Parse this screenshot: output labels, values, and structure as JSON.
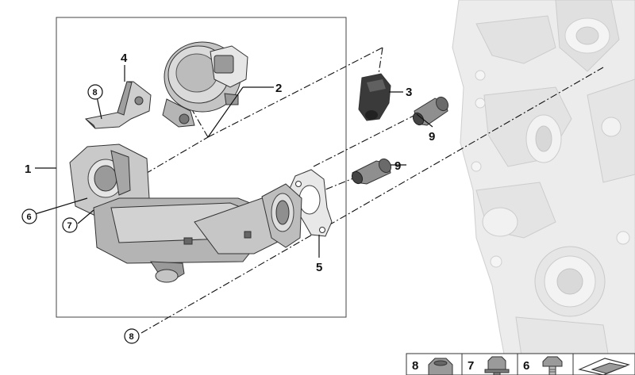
{
  "colors": {
    "part_light": "#d9d9d9",
    "part_mid": "#b8b8b8",
    "part_dark": "#7a7a7a",
    "engine_block": "#ebebeb",
    "line": "#111111"
  },
  "callouts": {
    "c1": "1",
    "c2": "2",
    "c3": "3",
    "c4": "4",
    "c5": "5",
    "c6": "6",
    "c7": "7",
    "c8a": "8",
    "c8b": "8",
    "c9a": "9",
    "c9b": "9"
  },
  "legend": {
    "cells": [
      {
        "label": "8",
        "icon": "nut-icon"
      },
      {
        "label": "7",
        "icon": "collar-nut-icon"
      },
      {
        "label": "6",
        "icon": "bolt-icon"
      },
      {
        "label": "",
        "icon": "gasket-strip-icon"
      }
    ]
  }
}
